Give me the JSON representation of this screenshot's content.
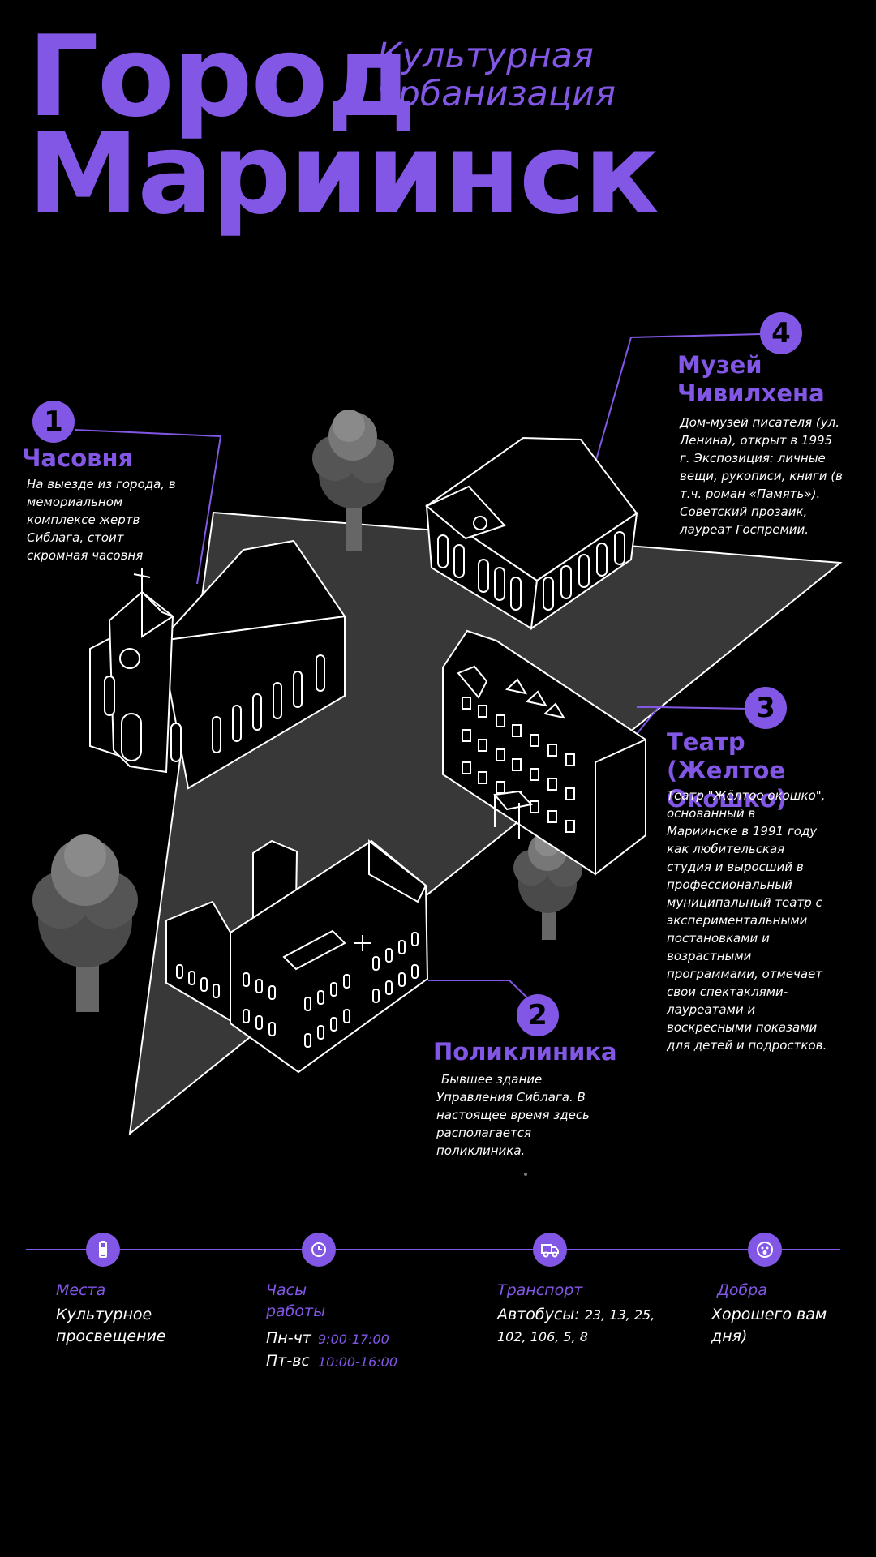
{
  "title": {
    "line1": "Город",
    "line2": "Мариинск",
    "subtitle1": "Культурная",
    "subtitle2": "урбанизация"
  },
  "places": [
    {
      "number": "1",
      "name": "Часовня",
      "description": "На выезде из города, в мемориальном комплексе жертв Сиблага, стоит скромная часовня"
    },
    {
      "number": "2",
      "name": "Поликлиника",
      "description": "Бывшее здание Управления Сиблага. В настоящее время здесь располагается поликлиника."
    },
    {
      "number": "3",
      "name": "Театр (Желтое Окошко)",
      "description": "Театр \"Жёлтое окошко\", основанный в Мариинске в 1991 году как любительская студия и выросший в профессиональный муниципальный театр с экспериментальными постановками и возрастными программами, отмечает свои спектаклями-лауреатами и воскресными показами для детей и подростков."
    },
    {
      "number": "4",
      "name": "Музей Чивилхена",
      "description": "Дом-музей писателя (ул. Ленина), открыт в 1995 г. Экспозиция: личные вещи, рукописи, книги (в т.ч. роман «Память»). Советский прозаик, лауреат Госпремии."
    }
  ],
  "footer": {
    "places": {
      "icon": "battery-icon",
      "label": "Места",
      "value": "Культурное просвещение"
    },
    "hours": {
      "icon": "clock-icon",
      "label": "Часы работы",
      "rows": [
        {
          "days": "Пн-чт",
          "time": "9:00-17:00"
        },
        {
          "days": "Пт-вс",
          "time": "10:00-16:00"
        }
      ]
    },
    "transport": {
      "icon": "truck-icon",
      "label": "Транспорт",
      "prefix": "Автобусы:",
      "value": "23, 13, 25, 102, 106, 5, 8"
    },
    "kindness": {
      "icon": "smiley-icon",
      "label": "Добра",
      "value": "Хорошего вам дня)"
    }
  },
  "colors": {
    "accent": "#8257e5",
    "background": "#000000",
    "ground": "#383838",
    "tree": "#6a6a6a"
  }
}
